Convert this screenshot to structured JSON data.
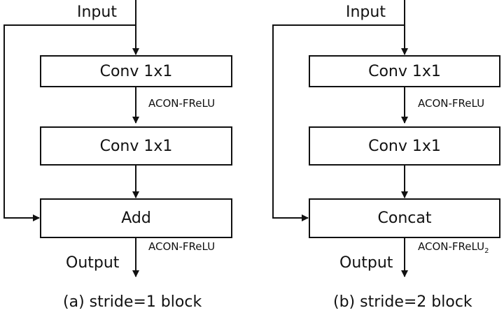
{
  "diagram_a": {
    "input": "Input",
    "box1": "Conv 1x1",
    "act1": "ACON-FReLU",
    "box2": "Conv 1x1",
    "box3": "Add",
    "act2": "ACON-FReLU",
    "output": "Output",
    "caption": "(a) stride=1 block"
  },
  "diagram_b": {
    "input": "Input",
    "box1": "Conv 1x1",
    "act1": "ACON-FReLU",
    "box2": "Conv 1x1",
    "box3": "Concat",
    "act2": "ACON-FReLU",
    "act2_sub": "2",
    "output": "Output",
    "caption": "(b) stride=2 block"
  }
}
